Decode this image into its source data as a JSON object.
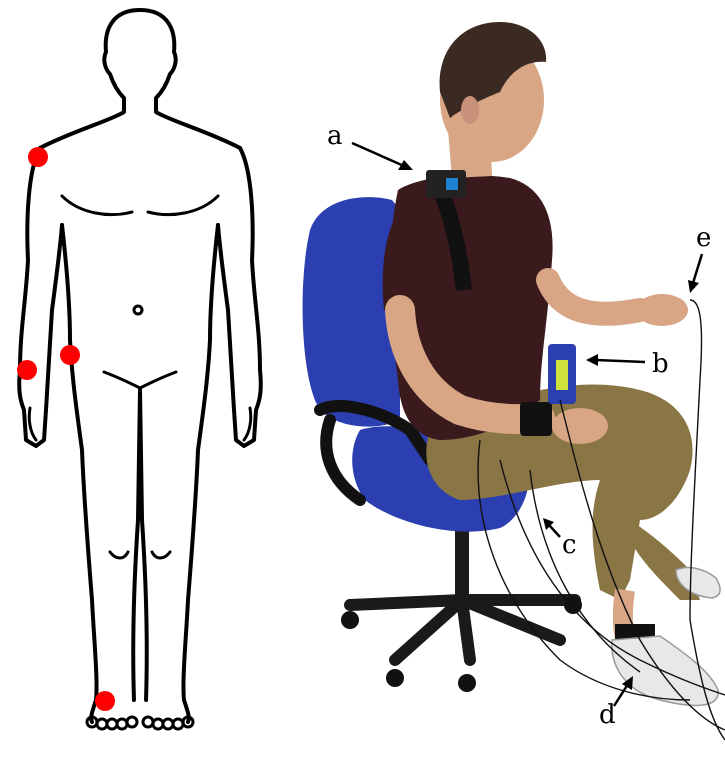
{
  "labels": {
    "a": "a",
    "b": "b",
    "c": "c",
    "d": "d",
    "e": "e"
  },
  "colors": {
    "sensor_marker": "#ff0000",
    "chair_seat": "#2c3fb0",
    "shirt": "#3b1a1d",
    "trousers": "#8a7544",
    "skin": "#d8a585",
    "hair": "#3a2a22"
  },
  "markers": [
    "left-shoulder",
    "left-wrist",
    "left-hip",
    "left-ankle"
  ]
}
